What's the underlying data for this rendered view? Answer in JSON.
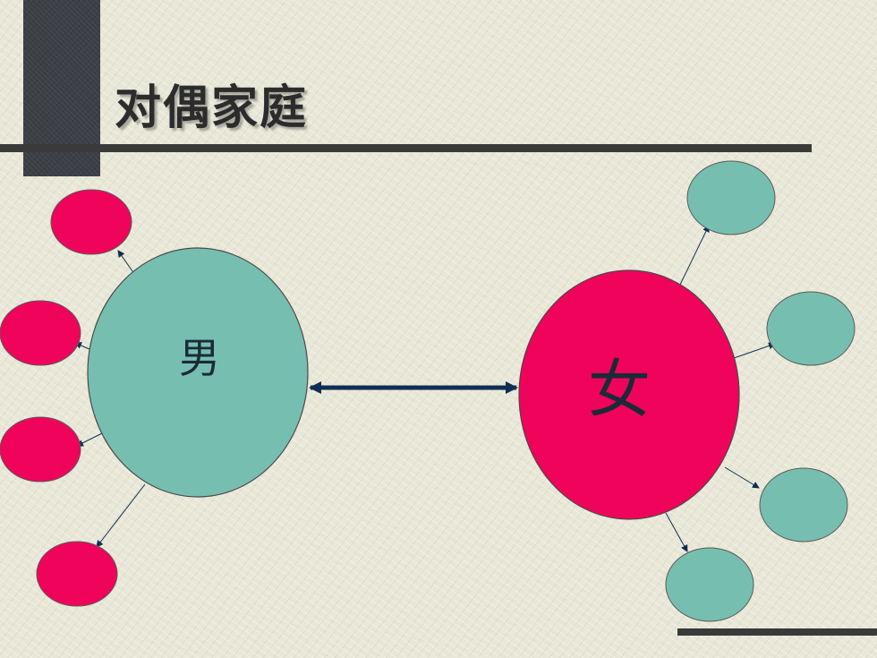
{
  "slide": {
    "title": "对偶家庭"
  },
  "diagram": {
    "left_node_label": "男",
    "right_node_label": "女",
    "colors": {
      "teal": "#76bfb0",
      "crimson": "#f0035a",
      "arrow": "#0f2f52"
    }
  }
}
